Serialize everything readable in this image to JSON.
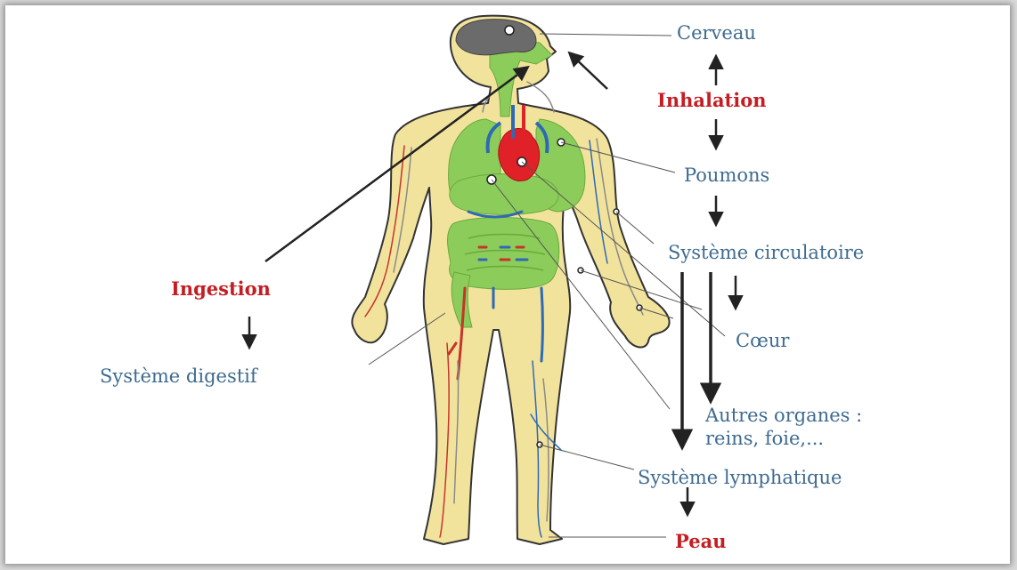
{
  "colors": {
    "skin": "#f2e39c",
    "skin_outline": "#333333",
    "organs": "#8ccc5a",
    "brain": "#6b6b6b",
    "heart": "#e02127",
    "vessels_blue": "#2e69b5",
    "vessels_red": "#c8342c",
    "label_blue": "#3e6b8f",
    "label_red": "#c41e24",
    "arrow": "#222222"
  },
  "labels": {
    "cerveau": "Cerveau",
    "inhalation": "Inhalation",
    "poumons": "Poumons",
    "systeme_circulatoire": "Système circulatoire",
    "ingestion": "Ingestion",
    "coeur": "Cœur",
    "systeme_digestif": "Système digestif",
    "autres_organes_line1": "Autres organes :",
    "autres_organes_line2": "reins, foie,...",
    "systeme_lymphatique": "Système lymphatique",
    "peau": "Peau"
  }
}
